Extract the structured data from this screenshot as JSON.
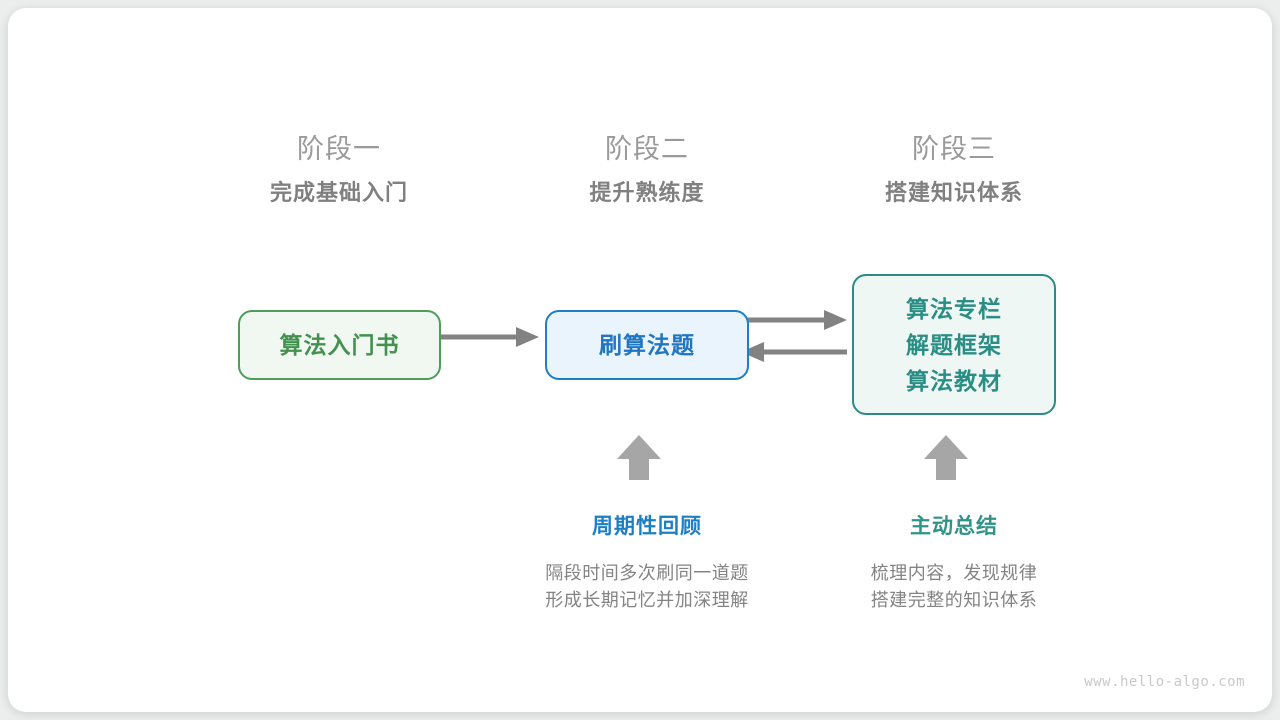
{
  "diagram": {
    "stages": [
      {
        "index_label": "阶段一",
        "title": "完成基础入门"
      },
      {
        "index_label": "阶段二",
        "title": "提升熟练度"
      },
      {
        "index_label": "阶段三",
        "title": "搭建知识体系"
      }
    ],
    "boxes": [
      {
        "id": "intro",
        "lines": [
          "算法入门书"
        ],
        "color": "#43914f",
        "border": "#4f9c5f",
        "fill": "#f1f8f2"
      },
      {
        "id": "practice",
        "lines": [
          "刷算法题"
        ],
        "color": "#2176c0",
        "border": "#1f7ec4",
        "fill": "#eaf4fd"
      },
      {
        "id": "system",
        "lines": [
          "算法专栏",
          "解题框架",
          "算法教材"
        ],
        "color": "#2b8e84",
        "border": "#2d8b86",
        "fill": "#eff7f5"
      }
    ],
    "connectors": [
      {
        "name": "intro-to-practice",
        "direction": "right"
      },
      {
        "name": "practice-to-system",
        "direction": "right"
      },
      {
        "name": "system-to-practice",
        "direction": "left"
      },
      {
        "name": "review-up-arrow",
        "direction": "up"
      },
      {
        "name": "summary-up-arrow",
        "direction": "up"
      }
    ],
    "notes": [
      {
        "title": "周期性回顾",
        "color": "#1c7fc6",
        "desc_lines": [
          "隔段时间多次刷同一道题",
          "形成长期记忆并加深理解"
        ]
      },
      {
        "title": "主动总结",
        "color": "#2f9387",
        "desc_lines": [
          "梳理内容，发现规律",
          "搭建完整的知识体系"
        ]
      }
    ],
    "arrow_color": "#828282",
    "watermark": "www.hello-algo.com"
  }
}
